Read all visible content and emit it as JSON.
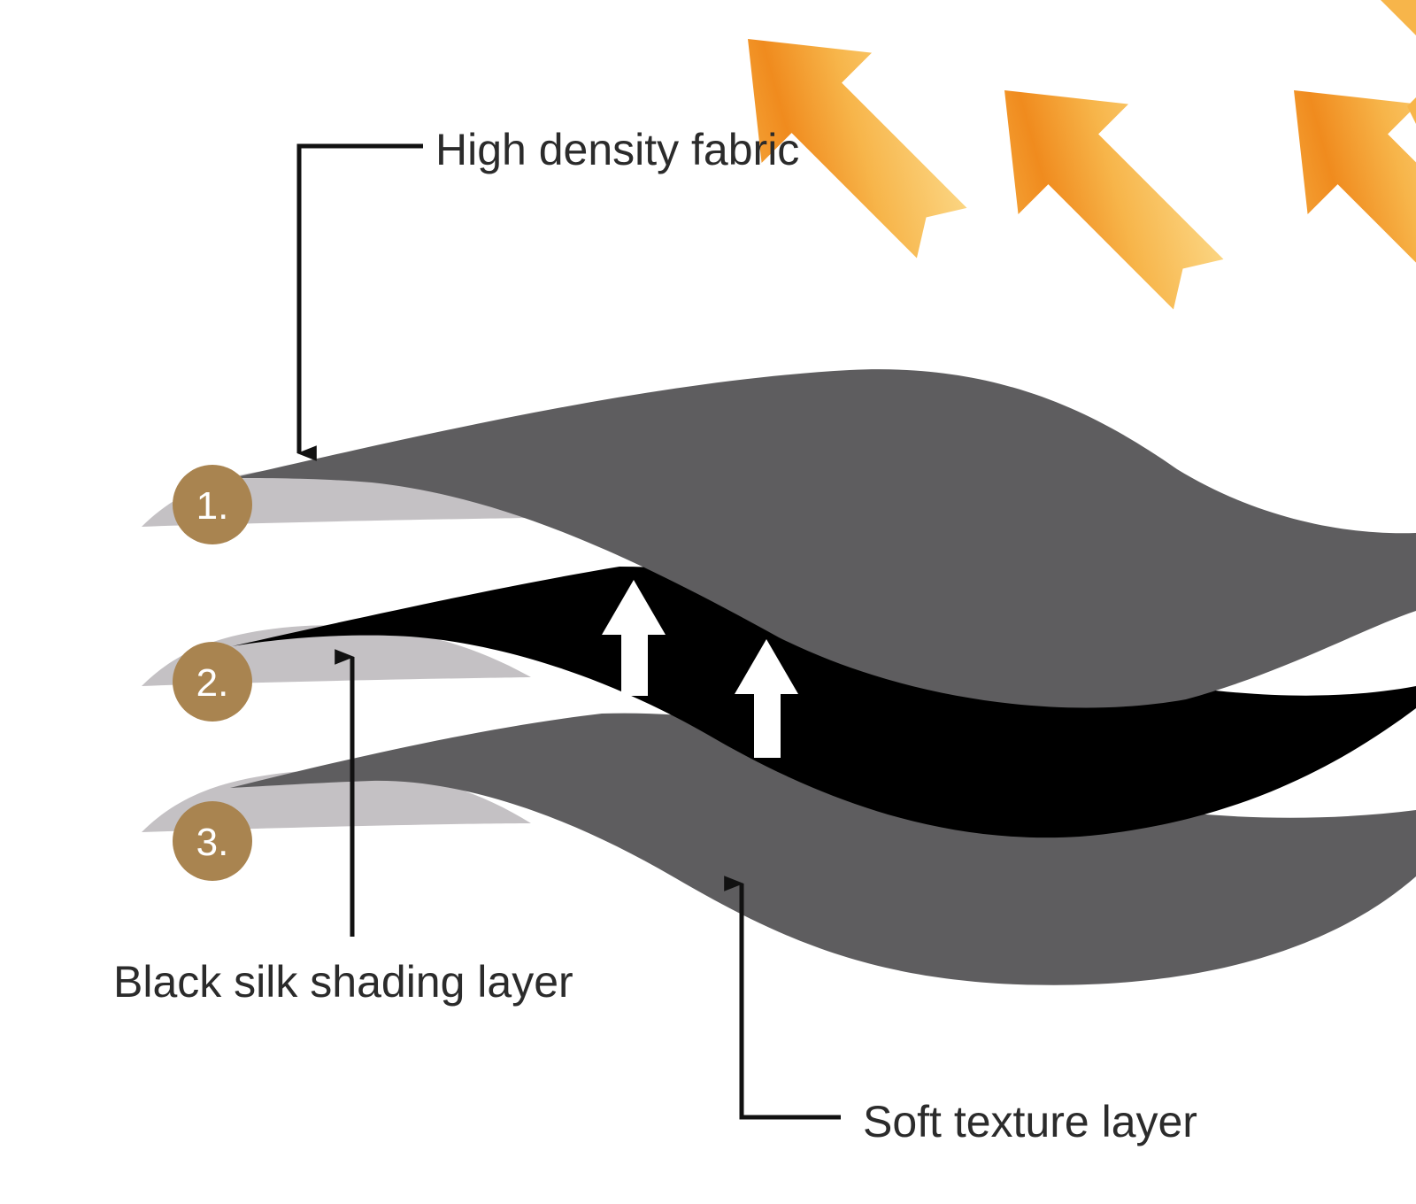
{
  "labels": {
    "high_density": "High density fabric",
    "black_silk": "Black silk shading layer",
    "soft_texture": "Soft texture layer"
  },
  "badges": [
    "1.",
    "2.",
    "3."
  ],
  "colors": {
    "top_layer": "#5e5d5f",
    "middle_layer": "#000000",
    "bottom_layer": "#5e5d5f",
    "layer_underside": "#c4c1c4",
    "badge": "#a98450",
    "sun_arrow_light": "#fbd77d",
    "sun_arrow_dark": "#f18a1f",
    "leader_line": "#111111",
    "reflect_arrow": "#ffffff"
  },
  "icons": {
    "incoming_rays": "arrow-down-left-icon",
    "reflection": "arrow-up-icon"
  }
}
